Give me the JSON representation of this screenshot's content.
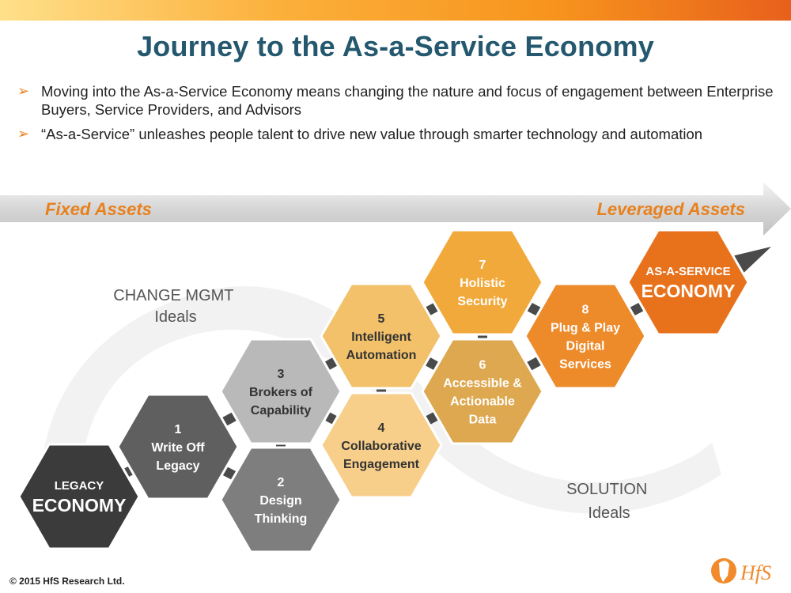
{
  "title": "Journey to the As-a-Service Economy",
  "bullets": [
    "Moving into the As-a-Service Economy means changing the nature and focus of engagement between Enterprise Buyers, Service Providers, and Advisors",
    "“As-a-Service” unleashes people talent to drive new value through smarter technology and automation"
  ],
  "arrow": {
    "left_label": "Fixed Assets",
    "right_label": "Leveraged Assets"
  },
  "labels": {
    "change_mgmt": [
      "CHANGE MGMT",
      "Ideals"
    ],
    "solution": [
      "SOLUTION",
      "Ideals"
    ]
  },
  "nodes": [
    {
      "lines": [
        "LEGACY"
      ],
      "big": "ECONOMY"
    },
    {
      "lines": [
        "1",
        "Write Off",
        "Legacy"
      ]
    },
    {
      "lines": [
        "2",
        "Design",
        "Thinking"
      ]
    },
    {
      "lines": [
        "3",
        "Brokers of",
        "Capability"
      ]
    },
    {
      "lines": [
        "4",
        "Collaborative",
        "Engagement"
      ]
    },
    {
      "lines": [
        "5",
        "Intelligent",
        "Automation"
      ]
    },
    {
      "lines": [
        "6",
        "Accessible &",
        "Actionable",
        "Data"
      ]
    },
    {
      "lines": [
        "7",
        "Holistic",
        "Security"
      ]
    },
    {
      "lines": [
        "8",
        "Plug & Play",
        "Digital",
        "Services"
      ]
    },
    {
      "lines": [
        "AS-A-SERVICE"
      ],
      "big": "ECONOMY"
    }
  ],
  "colors": {
    "title": "#24586f",
    "legacy": "#3b3b3b",
    "gray_dark": "#5f5f5f",
    "gray_mid": "#7e7e7e",
    "gray_light": "#b9b9b9",
    "peach": "#f7cf8a",
    "gold_light": "#f2c16a",
    "gold": "#dda84f",
    "orange_light": "#f2a93b",
    "orange": "#ed8a2a",
    "orange_dark": "#e8721c"
  },
  "footer": "© 2015 HfS Research Ltd.",
  "logo_text": "HfS"
}
